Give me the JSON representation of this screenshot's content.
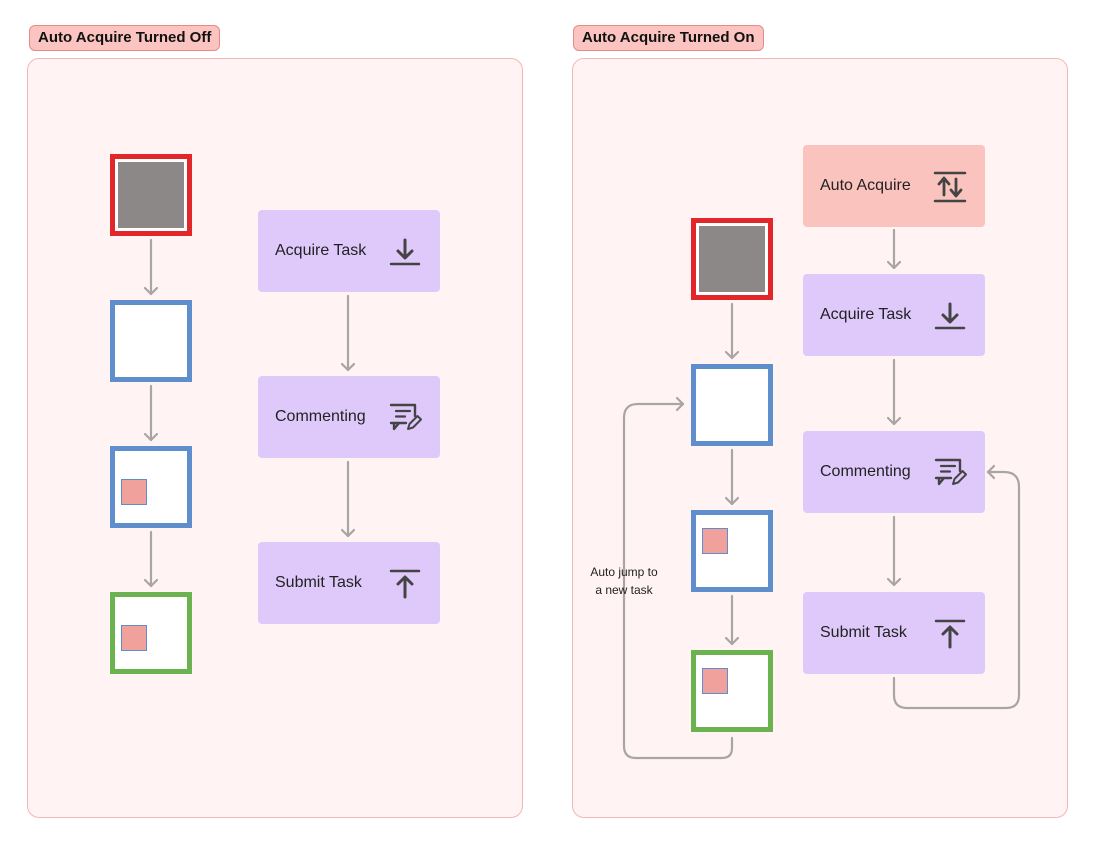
{
  "left_panel": {
    "title": "Auto Acquire Turned Off",
    "steps": {
      "acquire": "Acquire Task",
      "commenting": "Commenting",
      "submit": "Submit Task"
    }
  },
  "right_panel": {
    "title": "Auto Acquire Turned On",
    "steps": {
      "auto_acquire": "Auto Acquire",
      "acquire": "Acquire Task",
      "commenting": "Commenting",
      "submit": "Submit Task"
    },
    "loop_note_line1": "Auto jump to",
    "loop_note_line2": "a new task"
  },
  "colors": {
    "panel_bg": "#fff4f3",
    "panel_border": "#f4b6b1",
    "step_bg": "#dfc9fb",
    "auto_step_bg": "#fbc3bd",
    "unassigned_task_border": "#e3262a",
    "acquired_task_border": "#5e8ecb",
    "submitted_task_border": "#6ab34e",
    "comment_marker": "#f0a19b",
    "arrow": "#a9a5a5"
  },
  "icons": {
    "acquire": "download-icon",
    "commenting": "comment-edit-icon",
    "submit": "upload-icon",
    "auto_acquire": "swap-vertical-icon"
  }
}
